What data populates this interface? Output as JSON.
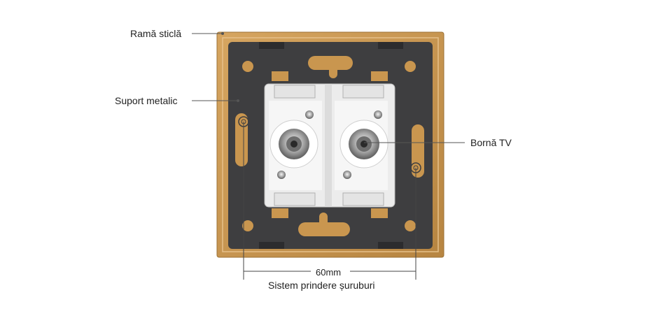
{
  "labels": {
    "frame": "Ramă sticlă",
    "support": "Suport metalic",
    "terminal": "Bornă TV",
    "dimension": "60mm",
    "mounting": "Sistem prindere șuruburi"
  },
  "colors": {
    "frame_gold": "#c9964f",
    "plate_dark": "#3e3e40",
    "module_white": "#ececec",
    "leader_line": "#555555"
  }
}
